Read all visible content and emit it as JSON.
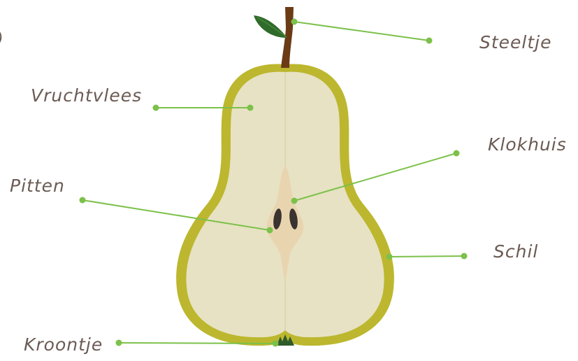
{
  "labels": {
    "steeltje": "Steeltje",
    "vruchtvlees": "Vruchtvlees",
    "klokhuis": "Klokhuis",
    "pitten": "Pitten",
    "schil": "Schil",
    "kroontje": "Kroontje"
  },
  "colors": {
    "peel": "#bcb72e",
    "flesh": "#e7e2c3",
    "core": "#e8d5b0",
    "seed": "#3a3330",
    "stem": "#6b3b16",
    "leaf": "#2f6b2a",
    "leader_line": "#7cc14a",
    "label_text": "#6b5a53"
  }
}
